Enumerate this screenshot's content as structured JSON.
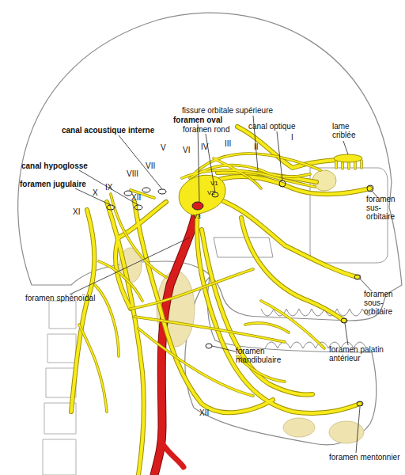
{
  "diagram": {
    "labels": [
      "fissure orbitale supérieure",
      "foramen oval",
      "foramen rond",
      "canal optique",
      "lame criblée",
      "canal acoustique interne",
      "V",
      "VI",
      "IV",
      "III",
      "II",
      "I",
      "V1",
      "V2",
      "V3",
      "canal hypoglosse",
      "VII",
      "foramen jugulaire",
      "VIII",
      "IX",
      "X",
      "XII",
      "XI",
      "foramen sus-orbitaire",
      "foramen sphénoïdal",
      "foramen sous-orbitaire",
      "foramen palatin antérieur",
      "foramen mandibulaire",
      "XII",
      "foramen mentonnier"
    ]
  }
}
